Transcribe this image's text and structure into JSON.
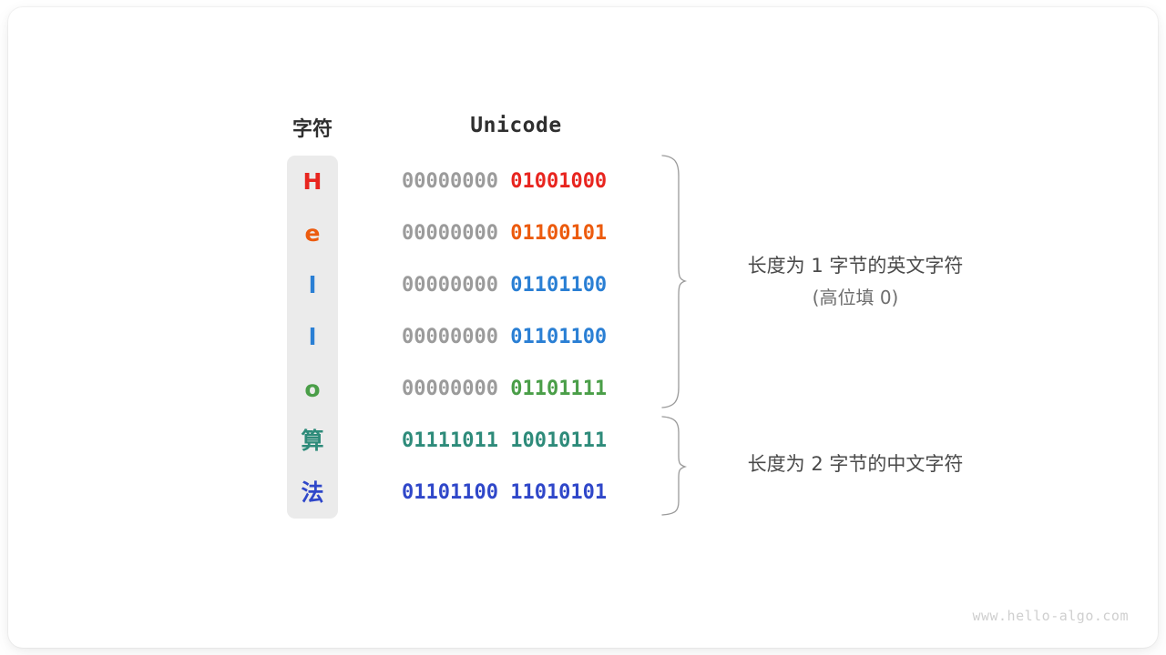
{
  "diagram": {
    "headers": {
      "char": "字符",
      "unicode": "Unicode"
    },
    "rows": [
      {
        "char": "H",
        "color": "#e8251f",
        "high": "00000000 ",
        "low": "01001000",
        "low_color": "#e8251f"
      },
      {
        "char": "e",
        "color": "#ec5b0e",
        "high": "00000000 ",
        "low": "01100101",
        "low_color": "#ec5b0e"
      },
      {
        "char": "l",
        "color": "#2a7fd4",
        "high": "00000000 ",
        "low": "01101100",
        "low_color": "#2a7fd4"
      },
      {
        "char": "l",
        "color": "#2a7fd4",
        "high": "00000000 ",
        "low": "01101100",
        "low_color": "#2a7fd4"
      },
      {
        "char": "o",
        "color": "#4a9e48",
        "high": "00000000 ",
        "low": "01101111",
        "low_color": "#4a9e48"
      },
      {
        "char": "算",
        "color": "#2e8b7a",
        "high": "",
        "low": "01111011 10010111",
        "low_color": "#2e8b7a"
      },
      {
        "char": "法",
        "color": "#2f47c9",
        "high": "",
        "low": "01101100 11010101",
        "low_color": "#2f47c9"
      }
    ],
    "annotations": {
      "english": {
        "line1": "长度为 1 字节的英文字符",
        "line2": "(高位填 0)"
      },
      "chinese": {
        "line1": "长度为 2 字节的中文字符",
        "line2": ""
      }
    },
    "watermark": "www.hello-algo.com",
    "colors": {
      "background": "#ffffff",
      "column_fill": "#ebebeb",
      "high_bits": "#9b9b9b",
      "brace": "#9a9a9a",
      "annotation_text": "#4a4a4a",
      "watermark": "#cfcfcf"
    }
  }
}
